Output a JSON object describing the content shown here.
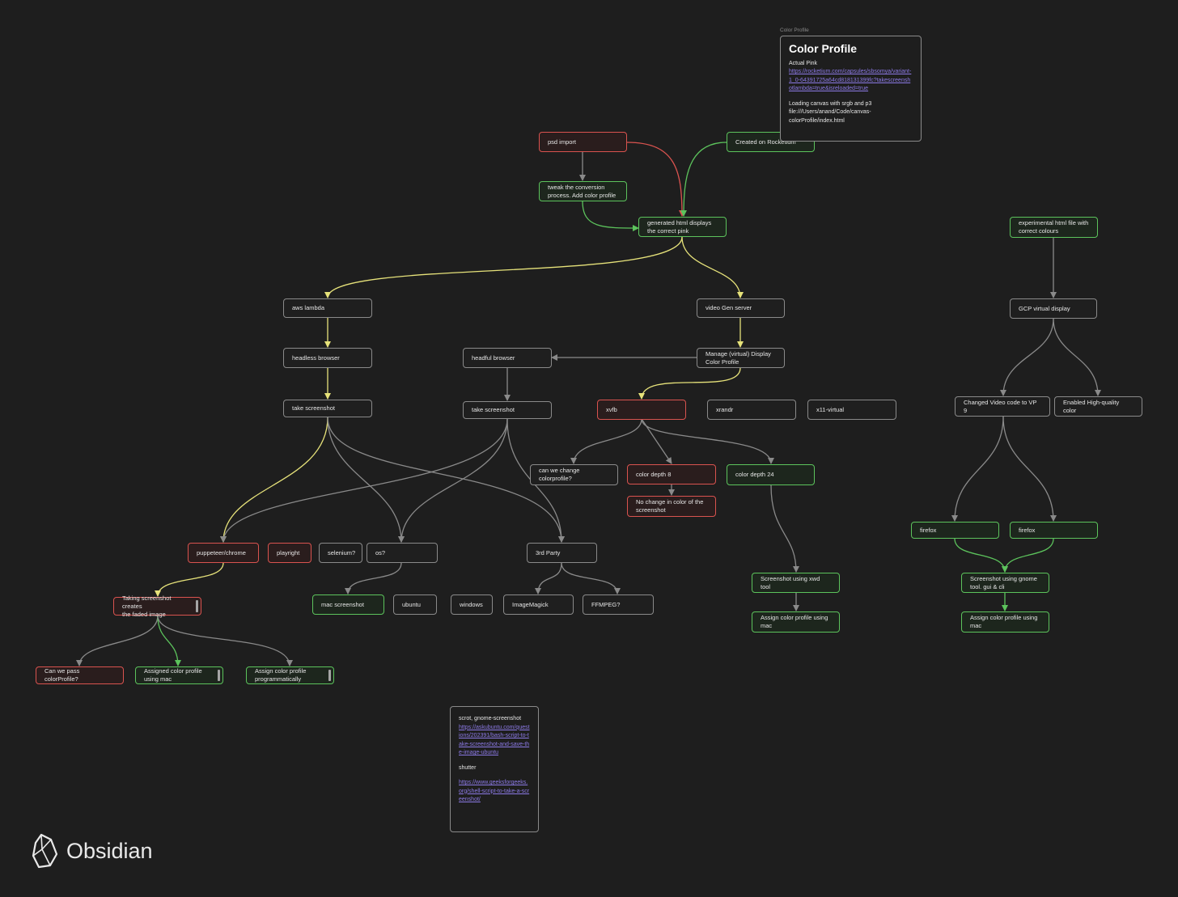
{
  "colors": {
    "neutral": "#8a8a8a",
    "red": "#d9534f",
    "green": "#5cc35c",
    "yellow": "#e6e27a",
    "link": "#8c7ae6"
  },
  "nodes": {
    "psd_import": "psd import",
    "created_on_rocketium": "Created on Rocketium",
    "tweak_conversion": "tweak the conversion\nprocess. Add color profile",
    "generated_html": "generated html displays\nthe correct pink",
    "aws_lambda": "aws lambda",
    "video_gen_server": "video Gen server",
    "headless_browser": "headless browser",
    "headful_browser": "headful browser",
    "manage_display": "Manage (virtual) Display\nColor Profile",
    "take_screenshot_1": "take screenshot",
    "take_screenshot_2": "take screenshot",
    "xvfb": "xvfb",
    "xrandr": "xrandr",
    "x11_virtual": "x11-virtual",
    "can_we_change": "can we change\ncolorprofile?",
    "color_depth_8": "color depth 8",
    "color_depth_24": "color depth 24",
    "no_change": "No change in color of the\nscreenshot",
    "puppeteer": "puppeteer/chrome",
    "playright": "playright",
    "selenium": "selenium?",
    "os": "os?",
    "third_party": "3rd Party",
    "taking_screenshot": "Taking screenshot creates\nthe faded image",
    "mac_screenshot": "mac screenshot",
    "ubuntu": "ubuntu",
    "windows": "windows",
    "imagemagick": "ImageMagick",
    "ffmpeg": "FFMPEG?",
    "can_we_pass": "Can we pass colorProfile?",
    "assigned_mac": "Assigned color profile\nusing mac",
    "assign_prog": "Assign color profile\nprogrammatically",
    "screenshot_xwd": "Screenshot using xwd tool",
    "assign_mac_1": "Assign color profile using\nmac",
    "experimental_html": "experimental html file with\ncorrect colours",
    "gcp_display": "GCP virtual display",
    "changed_video": "Changed Video code to VP 9",
    "enabled_hq": "Enabled High-quality color",
    "firefox_1": "firefox",
    "firefox_2": "firefox",
    "screenshot_gnome": "Screenshot using gnome\ntool. gui & cli",
    "assign_mac_2": "Assign color profile using\nmac"
  },
  "color_profile_card": {
    "caption": "Color Profile",
    "title": "Color Profile",
    "subtitle": "Actual Pink",
    "link": "https://rocketium.com/capsules/sbsomya/variant-1_0-64391725a64cd818131399fc?takescreenshotlambda=true&isreloaded=true",
    "text": "Loading canvas with srgb and p3\nfile:///Users/anand/Code/canvas-colorProfile/index.html"
  },
  "scrot_card": {
    "title": "scrot, gnome-screenshot",
    "link1": "https://askubuntu.com/questions/202391/bash-script-to-take-screenshot-and-save-the-image-ubuntu",
    "subtitle": "shutter",
    "link2": "https://www.geeksforgeeks.org/shell-script-to-take-a-screenshot/"
  },
  "brand": {
    "name": "Obsidian"
  }
}
